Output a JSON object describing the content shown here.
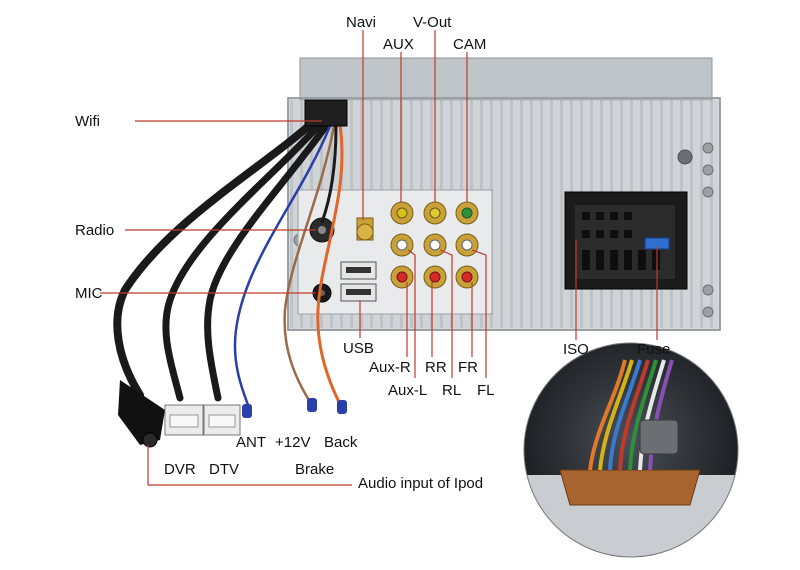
{
  "labels": {
    "navi": "Navi",
    "v_out": "V-Out",
    "aux": "AUX",
    "cam": "CAM",
    "wifi": "Wifi",
    "radio": "Radio",
    "mic": "MIC",
    "usb": "USB",
    "aux_r": "Aux-R",
    "aux_l": "Aux-L",
    "rr": "RR",
    "rl": "RL",
    "fr": "FR",
    "fl": "FL",
    "iso": "ISO",
    "fuse": "Fuse",
    "ant": "ANT",
    "plus12v": "+12V",
    "back": "Back",
    "brake": "Brake",
    "dvr": "DVR",
    "dtv": "DTV",
    "audio_ipod": "Audio input of Ipod"
  },
  "colors": {
    "callout_line": "#c0392b",
    "chassis": "#cfd3d6",
    "cable_black": "#1a1a1a",
    "wire_blue": "#2a3fa8",
    "wire_orange": "#e0662a",
    "wire_brown": "#9a6a4a"
  }
}
